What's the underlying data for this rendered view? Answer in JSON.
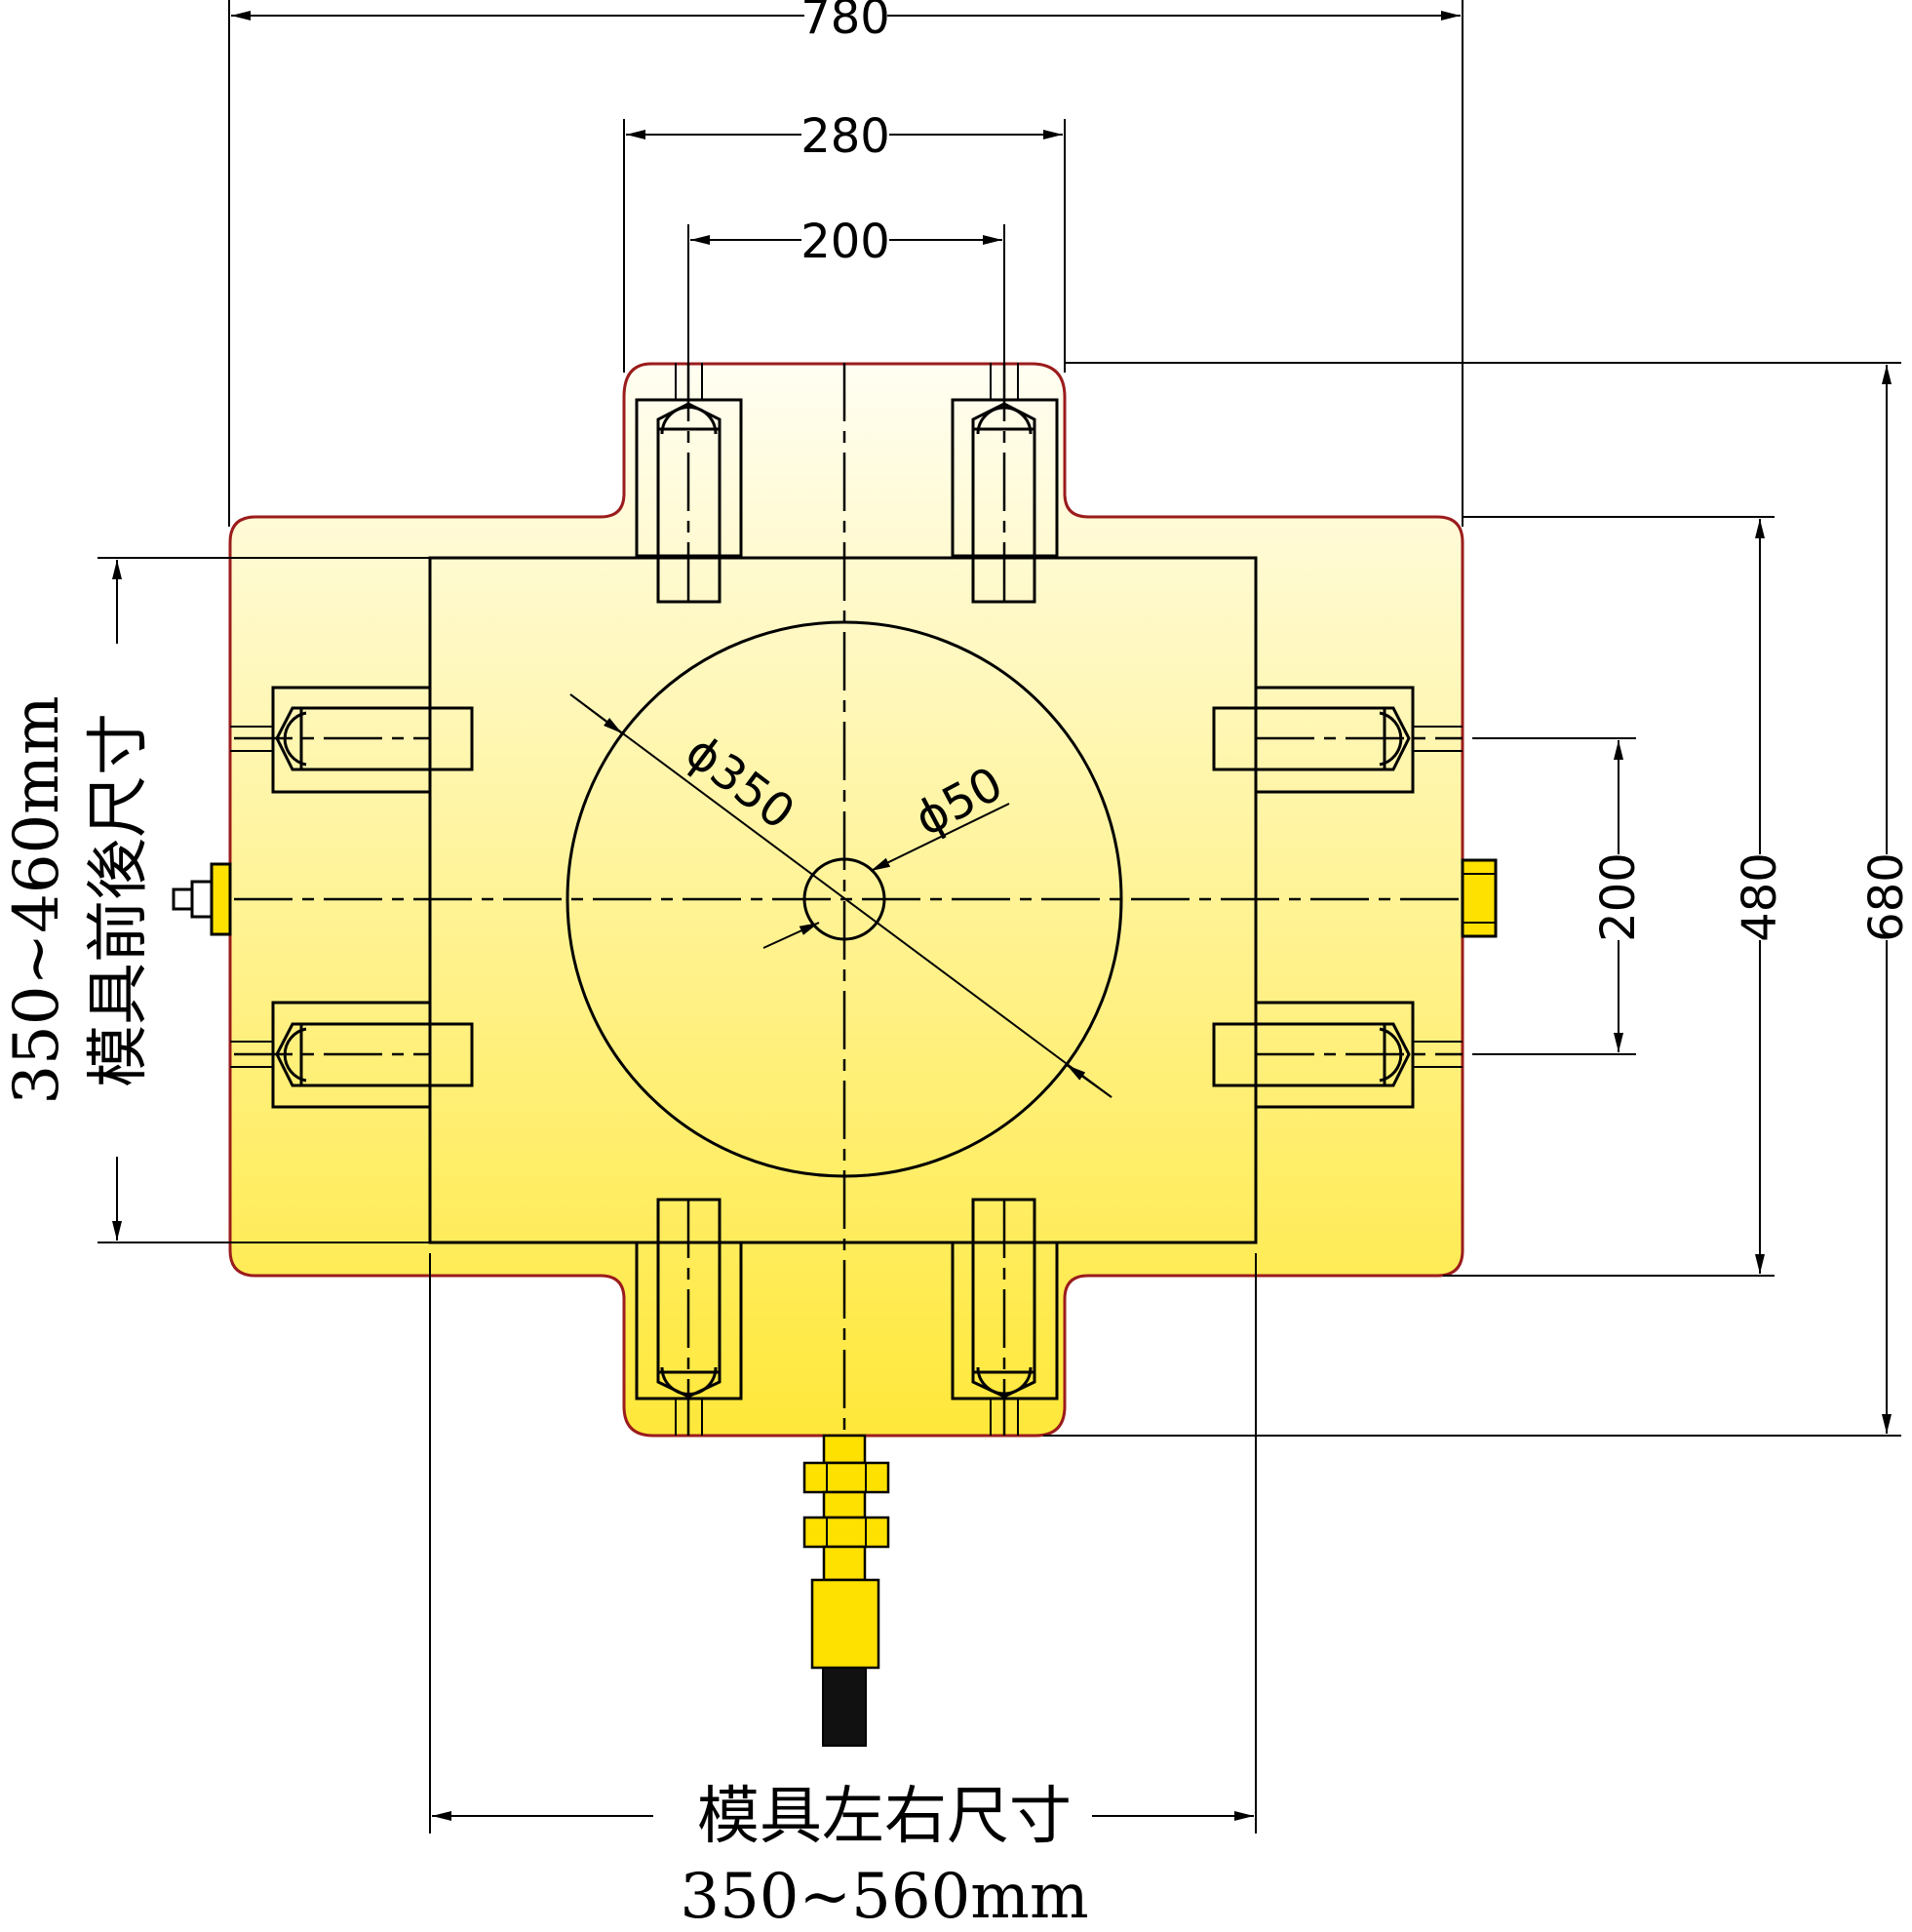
{
  "dimensions": {
    "overall_width": "780",
    "body_width": "280",
    "clamp_spacing_top": "200",
    "diameter_large": "ϕ350",
    "diameter_small": "ϕ50",
    "clamp_spacing_right": "200",
    "plate_height": "480",
    "overall_height": "680"
  },
  "notes": {
    "front_back_label": "模具前後尺寸",
    "front_back_range": "350~460mm",
    "left_right_label": "模具左右尺寸",
    "left_right_range": "350~560mm"
  },
  "colors": {
    "plate_fill_top": "#fffef0",
    "plate_fill_bottom": "#ffe83a",
    "plate_outline": "#9b1c1c",
    "fitting_yellow": "#ffe100",
    "plug_black": "#111111"
  }
}
